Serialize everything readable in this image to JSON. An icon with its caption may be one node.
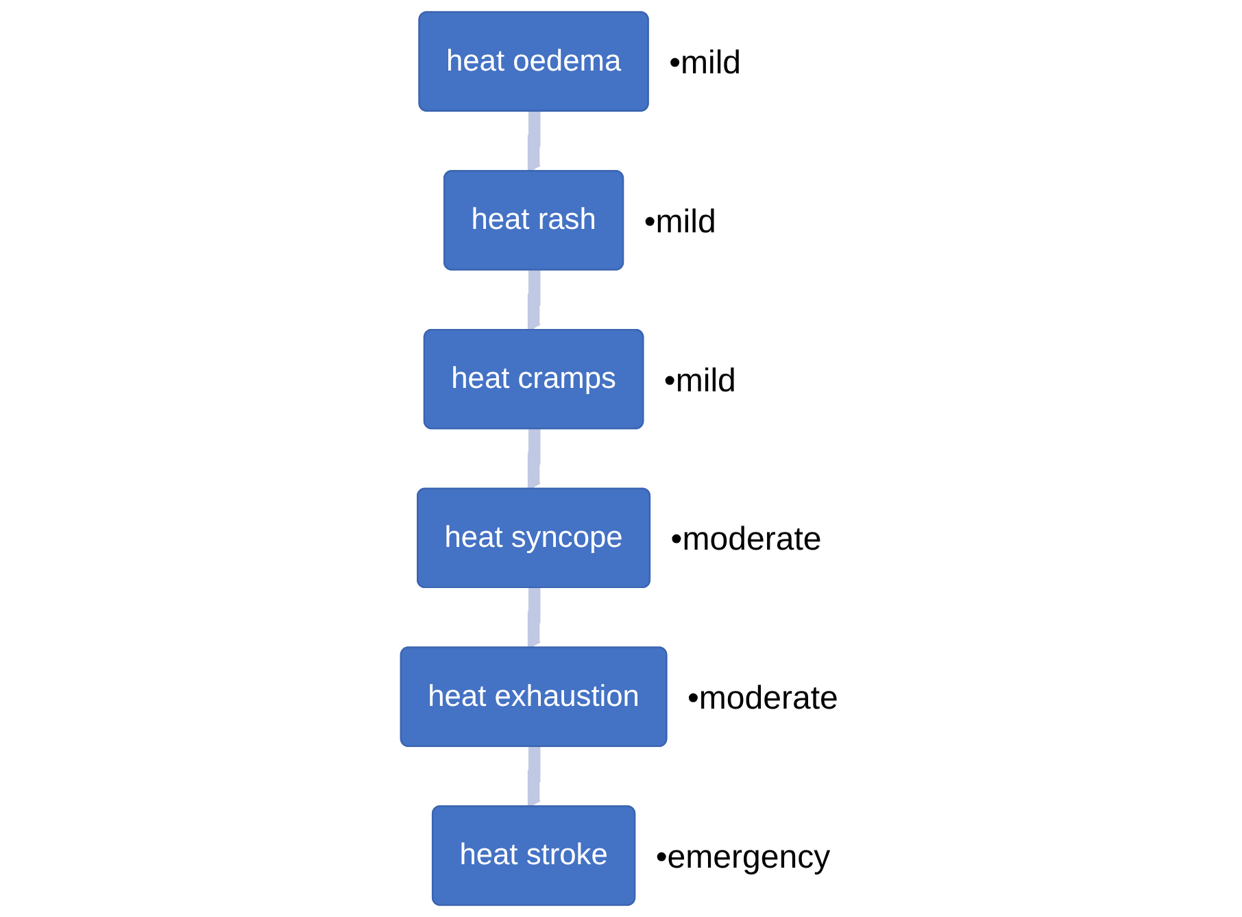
{
  "diagram": {
    "nodes": [
      {
        "text": [
          "heat oedema"
        ],
        "beside": [
          "•mild"
        ]
      },
      {
        "text": [
          "heat rash"
        ],
        "beside": [
          "•mild"
        ]
      },
      {
        "text": [
          "heat cramps"
        ],
        "beside": [
          "•mild"
        ]
      },
      {
        "text": [
          "heat syncope"
        ],
        "beside": [
          "•moderate"
        ]
      },
      {
        "text": [
          "heat exhaustion"
        ],
        "beside": [
          "•moderate"
        ]
      },
      {
        "text": [
          "heat stroke"
        ],
        "beside": [
          "•emergency"
        ]
      }
    ],
    "edges": [
      {
        "from": 0,
        "to": 1,
        "arrow": "to"
      },
      {
        "from": 1,
        "to": 2,
        "arrow": "to"
      },
      {
        "from": 2,
        "to": 3,
        "arrow": "to"
      },
      {
        "from": 3,
        "to": 4,
        "arrow": "to"
      },
      {
        "from": 4,
        "to": 5,
        "arrow": "to"
      }
    ]
  }
}
